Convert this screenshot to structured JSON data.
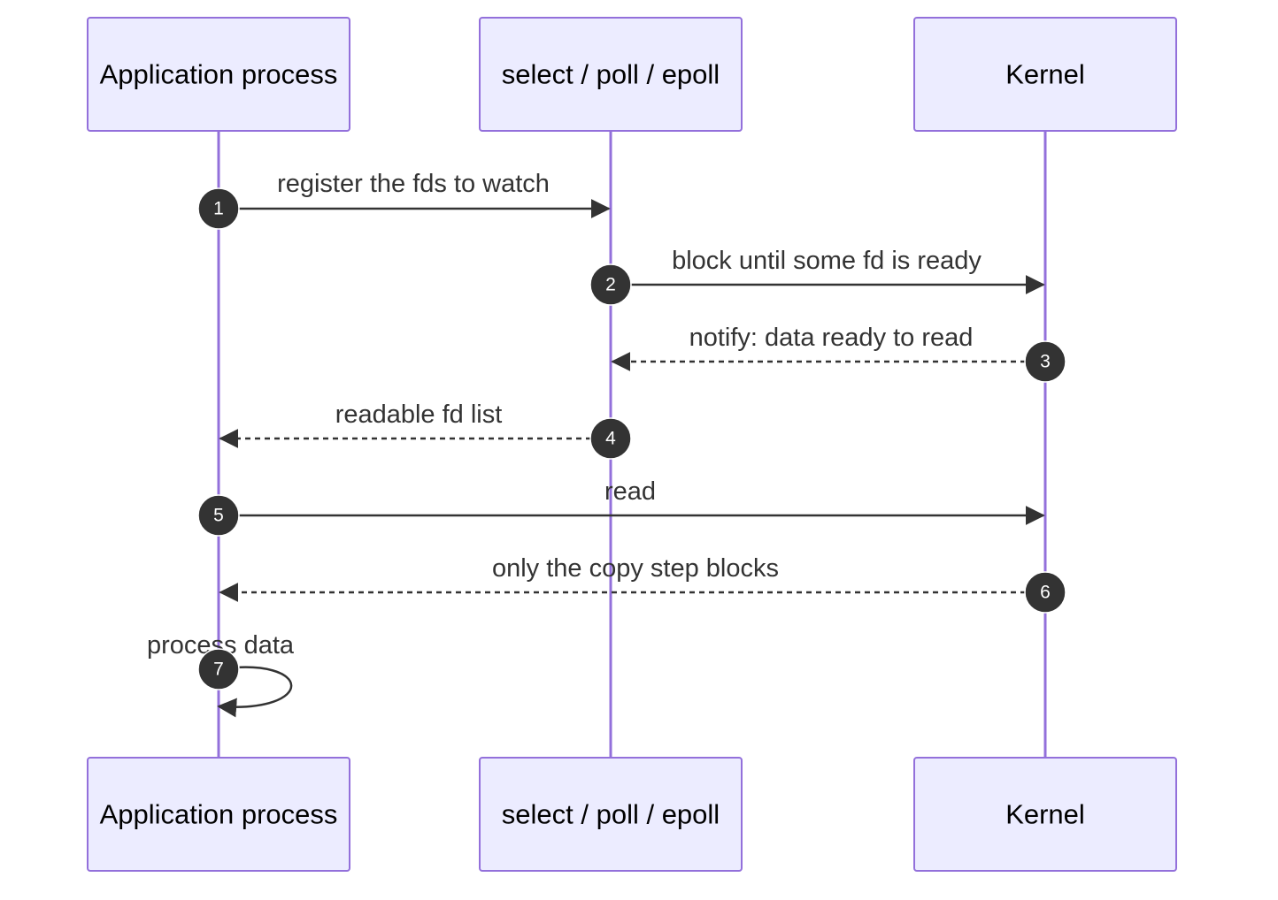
{
  "diagram": {
    "type": "sequence",
    "participants": [
      {
        "id": "app",
        "label": "Application process"
      },
      {
        "id": "sel",
        "label": "select / poll / epoll"
      },
      {
        "id": "kernel",
        "label": "Kernel"
      }
    ],
    "messages": [
      {
        "seq": "1",
        "from": "app",
        "to": "sel",
        "label": "register the fds to watch",
        "style": "solid"
      },
      {
        "seq": "2",
        "from": "sel",
        "to": "kernel",
        "label": "block until some fd is ready",
        "style": "solid"
      },
      {
        "seq": "3",
        "from": "kernel",
        "to": "sel",
        "label": "notify: data ready to read",
        "style": "dashed"
      },
      {
        "seq": "4",
        "from": "sel",
        "to": "app",
        "label": "readable fd list",
        "style": "dashed"
      },
      {
        "seq": "5",
        "from": "app",
        "to": "kernel",
        "label": "read",
        "style": "solid"
      },
      {
        "seq": "6",
        "from": "kernel",
        "to": "app",
        "label": "only the copy step blocks",
        "style": "dashed"
      },
      {
        "seq": "7",
        "from": "app",
        "to": "app",
        "label": "process data",
        "style": "solid"
      }
    ],
    "colors": {
      "actor_fill": "#ececff",
      "actor_stroke": "#9370db",
      "lifeline": "#9370db",
      "message": "#333333",
      "sequence_badge": "#333333",
      "sequence_text": "#ffffff"
    }
  }
}
